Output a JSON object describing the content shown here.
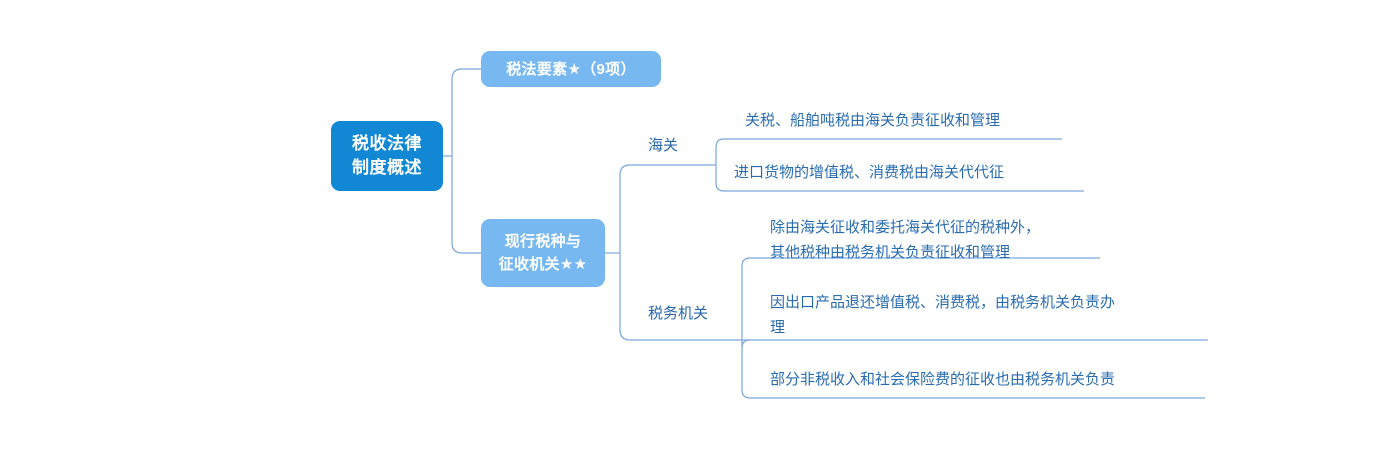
{
  "diagram": {
    "type": "mindmap",
    "orientation": "left-to-right",
    "colors": {
      "root_fill": "#1288d4",
      "level2_fill": "#78b8f0",
      "node_text": "#ffffff",
      "branch_text": "#2766ac",
      "leaf_text": "#2a6cb0",
      "connector": "#7aa6dd",
      "background": "#ffffff"
    },
    "root": {
      "label": "税收法律\n制度概述"
    },
    "branches": [
      {
        "label": "税法要素★（9项）",
        "children": []
      },
      {
        "label": "现行税种与\n征收机关★★",
        "children": [
          {
            "label": "海关",
            "leaves": [
              "关税、船舶吨税由海关负责征收和管理",
              "进口货物的增值税、消费税由海关代代征"
            ]
          },
          {
            "label": "税务机关",
            "leaves": [
              "除由海关征收和委托海关代征的税种外，\n其他税种由税务机关负责征收和管理",
              "因出口产品退还增值税、消费税，由税务机关负责办\n理",
              "部分非税收入和社会保险费的征收也由税务机关负责"
            ]
          }
        ]
      }
    ]
  }
}
